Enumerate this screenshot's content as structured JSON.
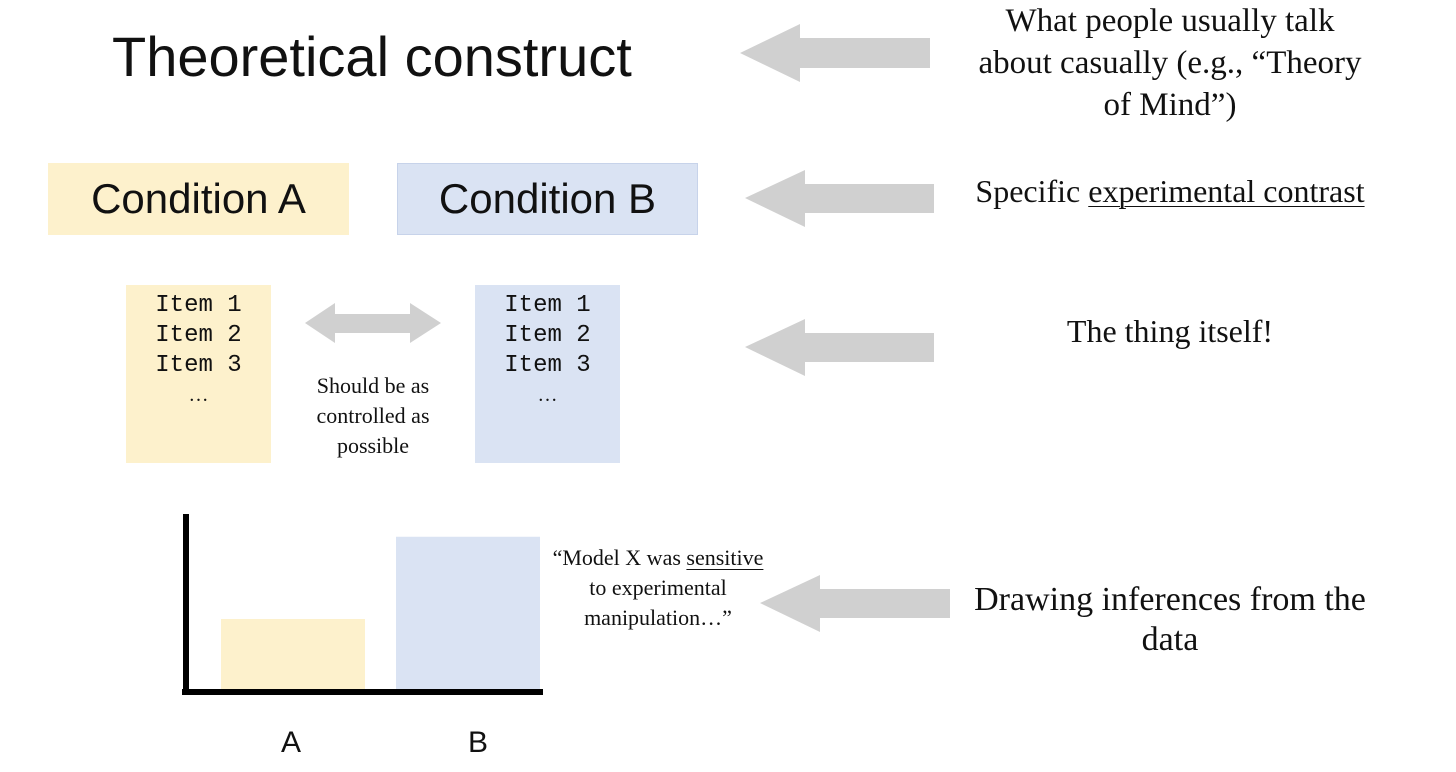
{
  "title": "Theoretical construct",
  "conditions": {
    "a_label": "Condition A",
    "b_label": "Condition B"
  },
  "items": {
    "a": [
      "Item 1",
      "Item 2",
      "Item 3",
      "…"
    ],
    "b": [
      "Item 1",
      "Item 2",
      "Item 3",
      "…"
    ]
  },
  "controlled_note": "Should be as controlled as possible",
  "descriptions": {
    "construct": "What people usually talk about casually (e.g., “Theory of Mind”)",
    "contrast_prefix": "Specific",
    "contrast_underlined": "experimental contrast",
    "thing_itself": "The thing itself!",
    "inferences": "Drawing inferences from the data"
  },
  "quote": {
    "line_open": "“Model X was",
    "underlined": "sensitive",
    "after_underlined": "to",
    "rest": "experimental manipulation…”"
  },
  "colors": {
    "condition_a": "#fdf1cc",
    "condition_b": "#dae3f3",
    "arrow": "#d0d0d0",
    "axis": "#000000"
  },
  "chart_data": {
    "type": "bar",
    "categories": [
      "A",
      "B"
    ],
    "values": [
      0.4,
      0.87
    ],
    "ylim": [
      0,
      1
    ],
    "xlabel": "",
    "ylabel": "",
    "title": "",
    "colors": [
      "#fdf1cc",
      "#dae3f3"
    ]
  }
}
